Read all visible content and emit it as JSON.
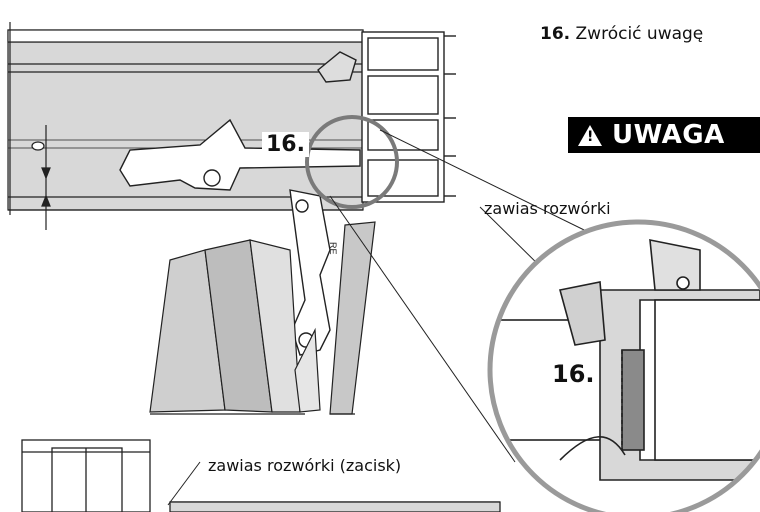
{
  "step": {
    "number": "16.",
    "text": "Zwrócić uwagę"
  },
  "warning": {
    "icon": "warning-triangle-icon",
    "label": "UWAGA"
  },
  "labels": {
    "hinge": "zawias rozwórki",
    "hinge_clamp": "zawias rozwórki (zacisk)",
    "callout_main": "16.",
    "callout_detail": "16."
  },
  "colors": {
    "frame_gray": "#d8d8d8",
    "dark_gray": "#8a8a8a",
    "detail_circle": "#9a9a9a"
  }
}
